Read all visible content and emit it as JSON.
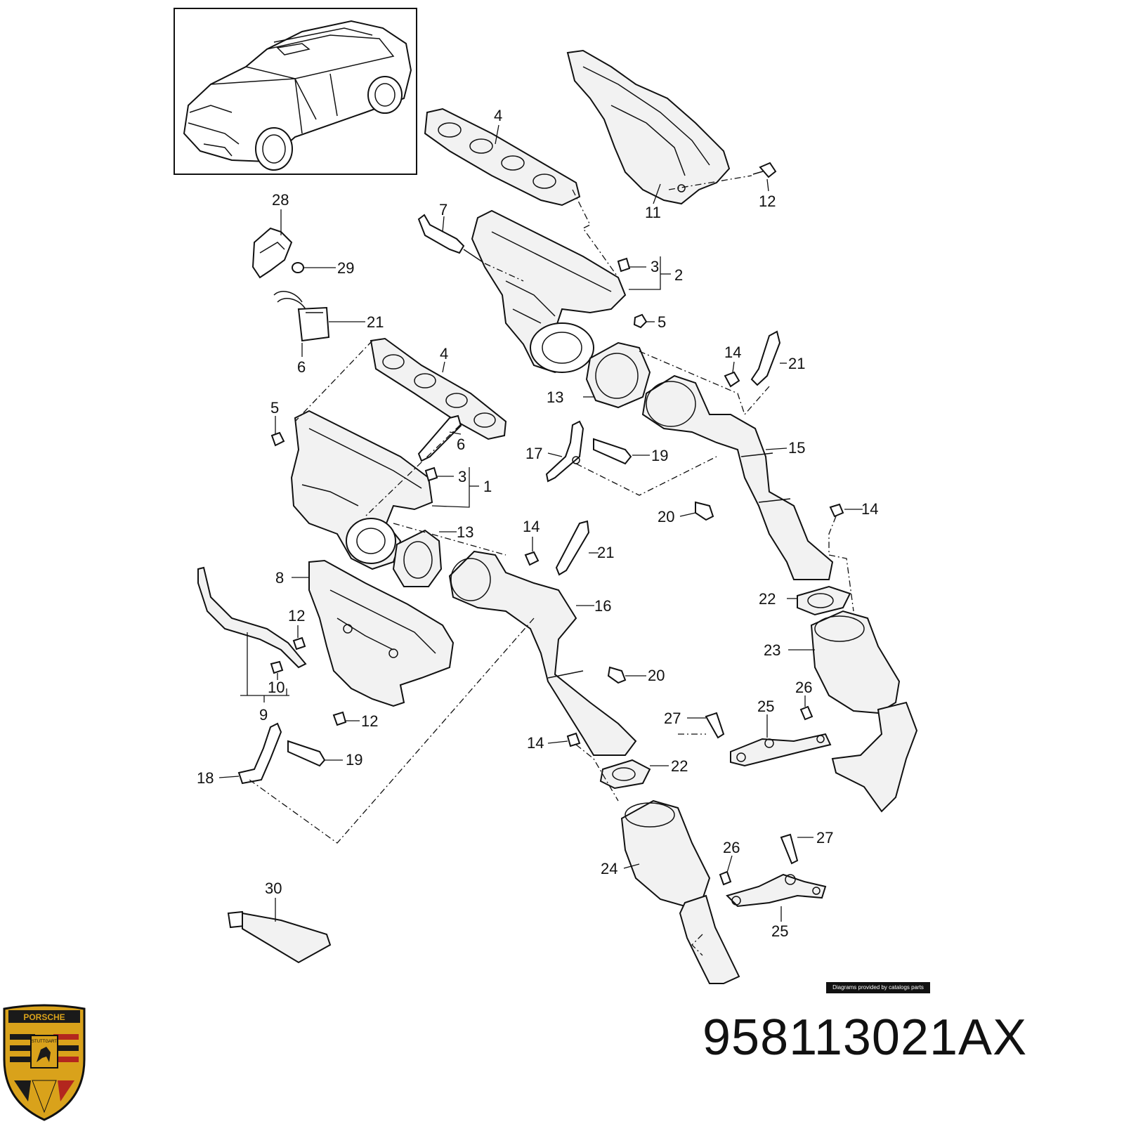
{
  "part_number": "958113021AX",
  "credit_text": "Diagrams provided by catalogs parts",
  "logo": {
    "name": "porsche-crest",
    "text_top": "PORSCHE",
    "text_mid": "STUTTGART"
  },
  "colors": {
    "line": "#111111",
    "logo_gold": "#d9a21b",
    "logo_red": "#b3261e",
    "logo_black": "#1a1a1a"
  },
  "callouts": {
    "c28": "28",
    "c29": "29",
    "c21a": "21",
    "c6a": "6",
    "c4a": "4",
    "c7": "7",
    "c11": "11",
    "c12a": "12",
    "c3a": "3",
    "c2": "2",
    "c5a": "5",
    "c14a": "14",
    "c21b": "21",
    "c13a": "13",
    "c4b": "4",
    "c5b": "5",
    "c6b": "6",
    "c3b": "3",
    "c1": "1",
    "c17": "17",
    "c19a": "19",
    "c15": "15",
    "c20a": "20",
    "c14b": "14",
    "c13b": "13",
    "c14c": "14",
    "c21c": "21",
    "c8": "8",
    "c16": "16",
    "c12b": "12",
    "c10": "10",
    "c9": "9",
    "c12c": "12",
    "c20b": "20",
    "c22a": "22",
    "c23": "23",
    "c26a": "26",
    "c27a": "27",
    "c25a": "25",
    "c14d": "14",
    "c22b": "22",
    "c19b": "19",
    "c18": "18",
    "c24": "24",
    "c26b": "26",
    "c27b": "27",
    "c25b": "25",
    "c30": "30"
  }
}
